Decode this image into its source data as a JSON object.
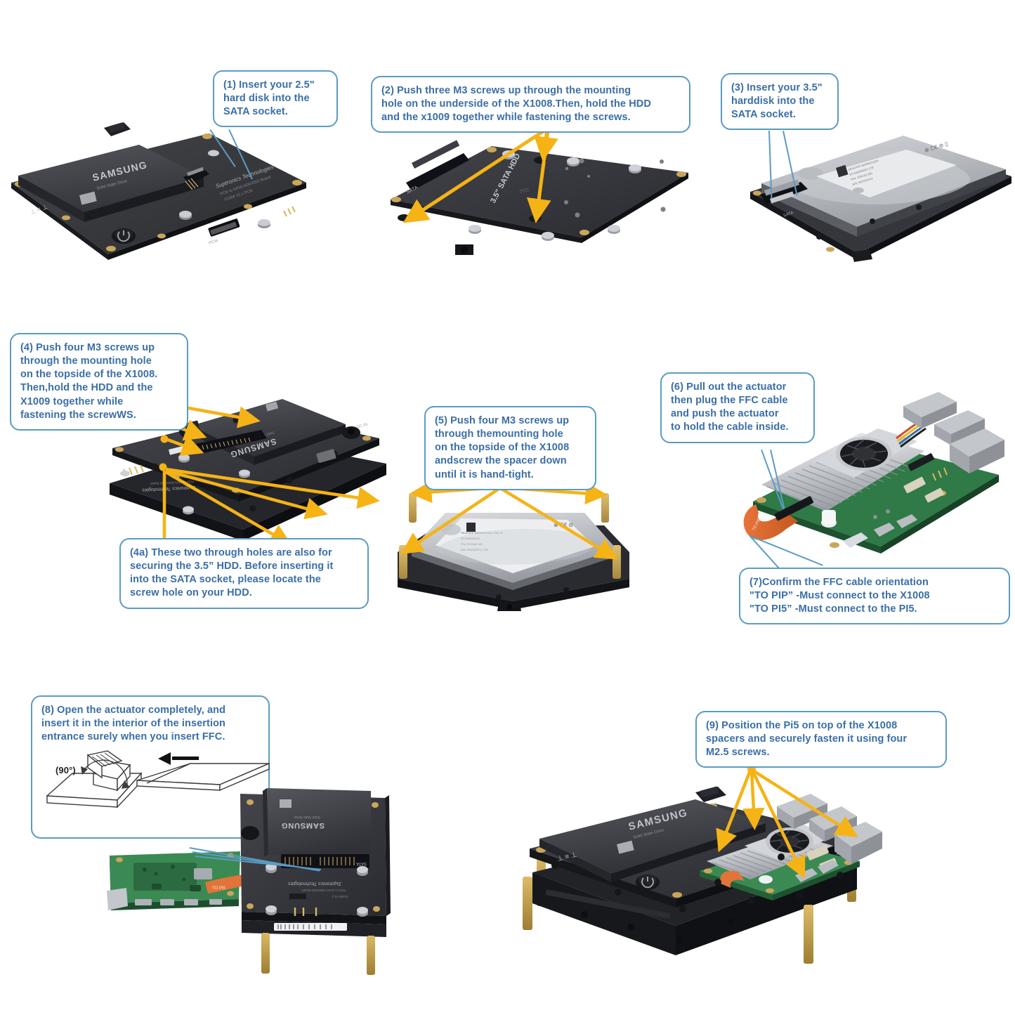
{
  "document": {
    "type": "assembly-instruction-sheet",
    "product": "X1008 / X1009 PCIe to SATA HDD/SSD Board for Raspberry Pi 5",
    "accent_border_color": "#5b9bc4",
    "text_color": "#3a6ea8",
    "arrow_color": "#f5b316",
    "leader_line_color": "#5b9bc4",
    "background": "#ffffff"
  },
  "steps": [
    {
      "id": "step-1",
      "number": "(1)",
      "lines": [
        "(1) Insert your 2.5\"",
        "hard disk into the",
        "SATA socket."
      ],
      "text": "(1) Insert your 2.5\" hard disk into the SATA socket."
    },
    {
      "id": "step-2",
      "number": "(2)",
      "lines": [
        "(2) Push three M3 screws up through the mounting",
        "hole on the underside of the X1008.Then, hold the HDD",
        "and the x1009 together while fastening the screws."
      ],
      "text": "(2) Push three M3 screws up through the mounting hole on the underside of the X1008.Then, hold the HDD and the x1009 together while fastening the screws."
    },
    {
      "id": "step-3",
      "number": "(3)",
      "lines": [
        "(3) Insert your 3.5\"",
        "harddisk into the",
        "SATA socket."
      ],
      "text": "(3) Insert your 3.5\" harddisk into the SATA socket."
    },
    {
      "id": "step-4",
      "number": "(4)",
      "lines": [
        "(4) Push four M3 screws up",
        "through the mounting hole",
        "on the topside of the X1008.",
        "Then,hold the HDD and the",
        "X1009 together while",
        "fastening the screwWS."
      ],
      "text": "(4) Push four M3 screws up through the mounting hole on the topside of the X1008. Then,hold the HDD and the X1009 together while fastening the screwWS."
    },
    {
      "id": "step-4a",
      "number": "(4a)",
      "lines": [
        "(4a) These two through holes are also for",
        "securing the 3.5” HDD. Before inserting it",
        "into the SATA socket, please locate the",
        "screw hole on your HDD."
      ],
      "text": "(4a) These two through holes are also for securing the 3.5” HDD. Before inserting it into the SATA socket, please locate the screw hole on your HDD."
    },
    {
      "id": "step-5",
      "number": "(5)",
      "lines": [
        "(5) Push four M3 screws up",
        "through themounting hole",
        "on the topside of the X1008",
        "andscrew the spacer down",
        "until it is hand-tight."
      ],
      "text": "(5) Push four M3 screws up through themounting hole on the topside of the X1008 andscrew the spacer down until it is hand-tight."
    },
    {
      "id": "step-6",
      "number": "(6)",
      "lines": [
        "(6) Pull out the actuator",
        "then plug the FFC cable",
        "and push the actuator",
        "to hold the cable inside."
      ],
      "text": "(6) Pull out the actuator then plug the FFC cable and push the actuator to hold the cable inside."
    },
    {
      "id": "step-7",
      "number": "(7)",
      "lines": [
        "(7)Confirm the FFC cable orientation",
        "\"TO PIP” -Must connect to the X1008",
        "\"TO PI5” -Must connect to the PI5."
      ],
      "text": "(7)Confirm the FFC cable orientation \"TO PIP” -Must connect to the X1008 \"TO PI5” -Must connect to the PI5."
    },
    {
      "id": "step-8",
      "number": "(8)",
      "lines": [
        "(8) Open the actuator completely, and",
        "insert it in the interior of the insertion",
        "entrance surely when you insert FFC."
      ],
      "text": "(8) Open the actuator completely, and insert it in the interior of the insertion entrance surely when you insert FFC.",
      "inline_diagram": {
        "name": "ffc-actuator-line-drawing",
        "angle_label": "(90°)",
        "arrow_direction": "left"
      }
    },
    {
      "id": "step-9",
      "number": "(9)",
      "lines": [
        "(9) Position the Pi5 on top of the X1008",
        "spacers and securely fasten it using four",
        "M2.5 screws."
      ],
      "text": "(9) Position the Pi5 on top of the X1008 spacers and securely fasten it using four M2.5 screws."
    }
  ],
  "photos": [
    {
      "id": "photo-1",
      "caption_ref": "step-1",
      "silkscreen": [
        "SAMSUNG",
        "Solid State Drive",
        "Suptronics Technologies",
        "PCIe to SATA HDD/SSD Board",
        "X1008 V1.1  PCIe"
      ],
      "port_labels": [
        "PCIe"
      ],
      "arrow_count": 0,
      "leader_count": 2
    },
    {
      "id": "photo-2",
      "caption_ref": "step-2",
      "silkscreen": [
        "3.5\" SATA HDD",
        "SATA"
      ],
      "arrow_count": 3,
      "leader_count": 0
    },
    {
      "id": "photo-3",
      "caption_ref": "step-3",
      "silkscreen": [
        "Seagate",
        "SATA"
      ],
      "arrow_count": 0,
      "leader_count": 2
    },
    {
      "id": "photo-4",
      "caption_ref": "step-4",
      "silkscreen": [
        "SAMSUNG",
        "Solid State Drive",
        "Suptronics Technologies",
        "DC IN"
      ],
      "arrow_count": 6,
      "leader_count": 0
    },
    {
      "id": "photo-5",
      "caption_ref": "step-5",
      "silkscreen": [
        "Seagate"
      ],
      "arrow_count": 4,
      "leader_count": 0
    },
    {
      "id": "photo-6",
      "caption_ref": "step-6",
      "silkscreen": [
        "TO PIP"
      ],
      "arrow_count": 0,
      "leader_count": 3
    },
    {
      "id": "photo-7",
      "caption_ref": "step-8",
      "silkscreen": [
        "SAMSUNG",
        "Solid State Drive",
        "SATA",
        "Suptronics Technologies",
        "PCIe to SATA HDD/SSD Board",
        "X1008 V1.1  PCIe"
      ],
      "arrow_count": 0,
      "leader_count": 3
    },
    {
      "id": "photo-8",
      "caption_ref": "step-9",
      "silkscreen": [
        "SAMSUNG",
        "Solid State Drive"
      ],
      "arrow_count": 4,
      "leader_count": 0
    }
  ]
}
